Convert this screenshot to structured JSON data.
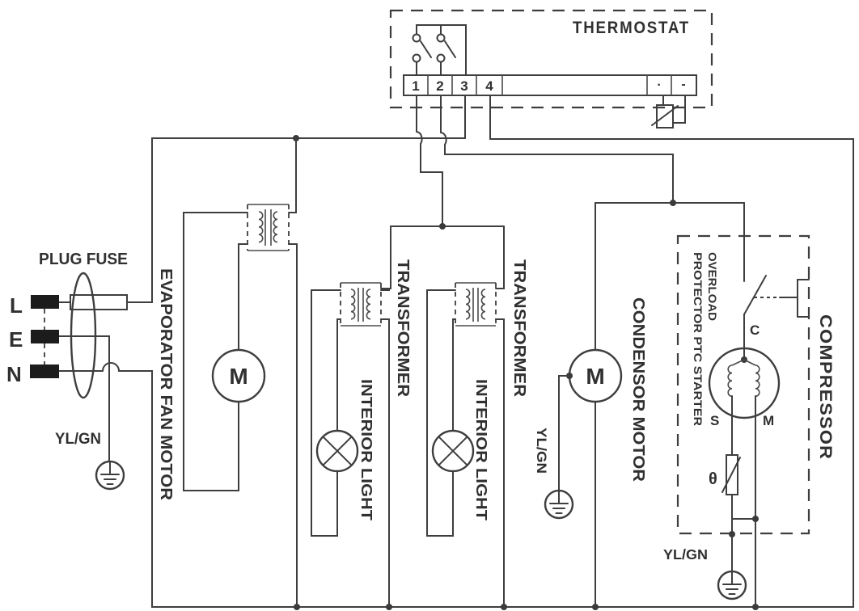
{
  "colors": {
    "line": "#3e3e3e",
    "text": "#303030",
    "background": "#ffffff",
    "terminal_fill": "#1c1c1c"
  },
  "thermostat": {
    "label": "THERMOSTAT",
    "terminals": [
      "1",
      "2",
      "3",
      "4"
    ],
    "aux_terminals": [
      "·",
      "-"
    ]
  },
  "plug_fuse": {
    "label": "PLUG FUSE",
    "pins": [
      "L",
      "E",
      "N"
    ],
    "ground_label": "YL/GN"
  },
  "evaporator_fan_motor": {
    "label": "EVAPORATOR FAN MOTOR",
    "symbol": "M"
  },
  "transformer_1": {
    "label": "TRANSFORMER"
  },
  "transformer_2": {
    "label": "TRANSFORMER"
  },
  "interior_light_1": {
    "label": "INTERIOR LIGHT"
  },
  "interior_light_2": {
    "label": "INTERIOR LIGHT"
  },
  "condensor_motor": {
    "label": "CONDENSOR MOTOR",
    "symbol": "M",
    "ground_label": "YL/GN"
  },
  "compressor": {
    "label": "COMPRESSOR",
    "overload_line1": "OVERLOAD",
    "overload_line2": "PROTECTOR PTC STARTER",
    "terminal_c": "C",
    "terminal_s": "S",
    "terminal_m": "M",
    "thermistor": "θ",
    "ground_label": "YL/GN"
  }
}
